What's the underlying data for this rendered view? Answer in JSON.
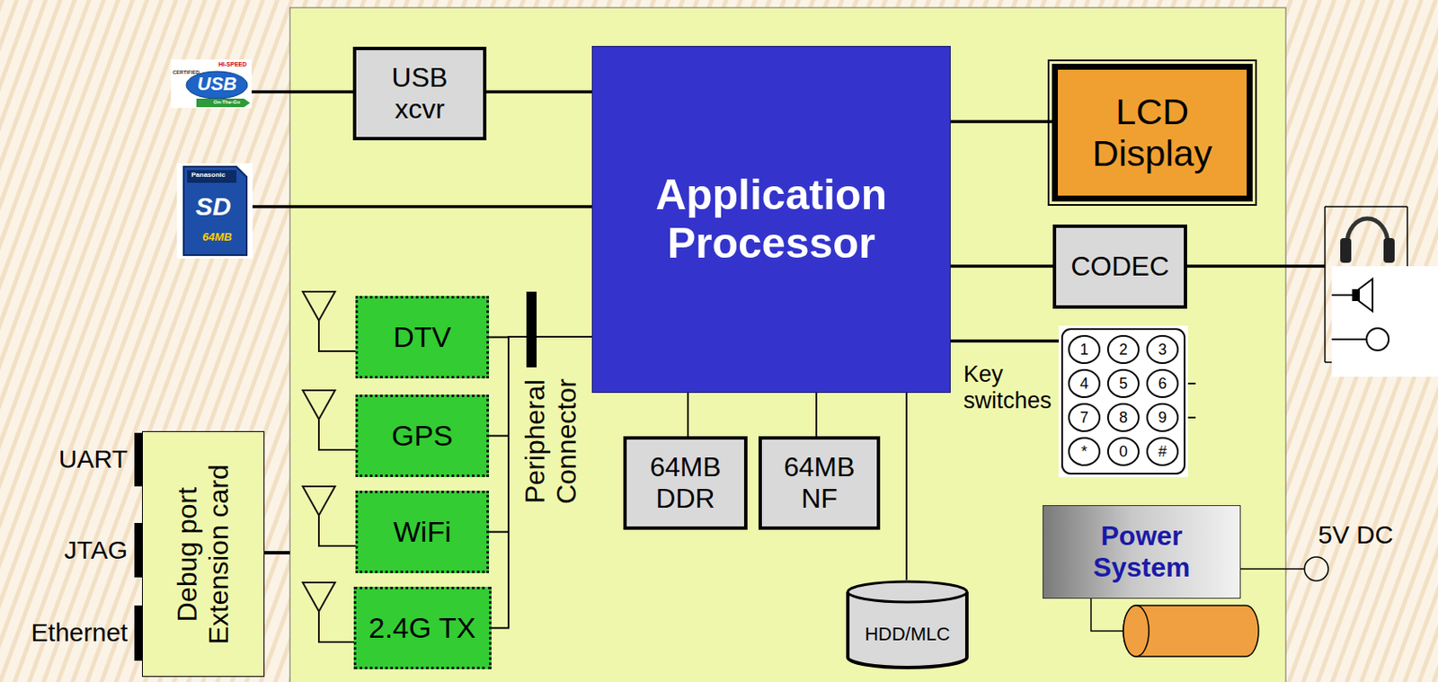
{
  "diagram": {
    "nodes": [
      {
        "text": [
          "HI-SPEED",
          "CERTIFIED",
          "USB",
          "On-The-Go"
        ]
      },
      {
        "text": [
          "USB xcvr"
        ]
      },
      {
        "text": [
          "Panasonic",
          "SD",
          "64MB"
        ]
      },
      {
        "text": [
          "Application Processor"
        ]
      },
      {
        "text": [
          "LCD Display"
        ]
      },
      {
        "text": [
          "CODEC"
        ]
      },
      {
        "text": [
          "DTV"
        ]
      },
      {
        "text": [
          "GPS"
        ]
      },
      {
        "text": [
          "WiFi"
        ]
      },
      {
        "text": [
          "2.4G TX"
        ]
      },
      {
        "text": [
          "1",
          "2",
          "3",
          "4",
          "5",
          "6",
          "7",
          "8",
          "9",
          "*",
          "0",
          "#"
        ]
      },
      {
        "text": [
          "Debug port Extension card"
        ]
      },
      {
        "text": [
          "64MB DDR"
        ]
      },
      {
        "text": [
          "64MB NF"
        ]
      },
      {
        "text": [
          "HDD/MLC"
        ]
      },
      {
        "text": [
          "Power System"
        ]
      }
    ],
    "edges": [
      {
        "from": 0,
        "to": 1,
        "arrow": "none"
      },
      {
        "from": 1,
        "to": 3,
        "arrow": "none"
      },
      {
        "from": 2,
        "to": 3,
        "arrow": "none"
      },
      {
        "from": 3,
        "to": 4,
        "arrow": "none"
      },
      {
        "from": 3,
        "to": 5,
        "arrow": "none"
      },
      {
        "from": 6,
        "to": 3,
        "arrow": "none"
      },
      {
        "from": 7,
        "to": 3,
        "arrow": "none"
      },
      {
        "from": 8,
        "to": 3,
        "arrow": "none"
      },
      {
        "from": 9,
        "to": 3,
        "arrow": "none"
      },
      {
        "from": 3,
        "to": 10,
        "arrow": "none"
      },
      {
        "from": 3,
        "to": 12,
        "arrow": "none"
      },
      {
        "from": 3,
        "to": 13,
        "arrow": "none"
      },
      {
        "from": 3,
        "to": 14,
        "arrow": "none"
      }
    ],
    "labels": [
      "UART",
      "JTAG",
      "Ethernet",
      "Peripheral Connector",
      "Key switches",
      "5V DC"
    ]
  }
}
